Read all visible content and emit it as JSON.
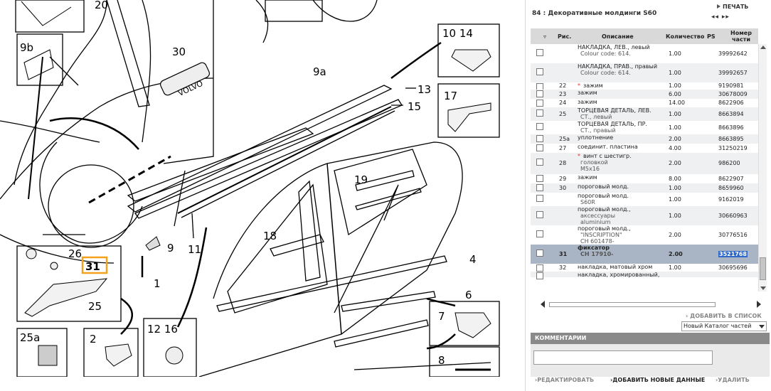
{
  "header": {
    "title": "84 : Декоративные молдинги S60",
    "print_label": "ПЕЧАТЬ",
    "nav_arrows": "◂◂  ▸▸"
  },
  "table": {
    "columns": [
      "",
      "Рис.",
      "Описание",
      "Количество",
      "PS",
      "Номер части"
    ],
    "rows": [
      {
        "num": "",
        "desc": "НАКЛАДКА, ЛЕВ., левый",
        "desc2": "Colour code: 614.",
        "qty": "1.00",
        "part": "39992642",
        "star": false
      },
      {
        "num": "",
        "desc": "НАКЛАДКА, ПРАВ., правый",
        "desc2": "Colour code: 614.",
        "qty": "1.00",
        "part": "39992657",
        "star": false
      },
      {
        "num": "22",
        "desc": "зажим",
        "desc2": "",
        "qty": "1.00",
        "part": "9190981",
        "star": true
      },
      {
        "num": "23",
        "desc": "зажим",
        "desc2": "",
        "qty": "6.00",
        "part": "30678009",
        "star": false
      },
      {
        "num": "24",
        "desc": "зажим",
        "desc2": "",
        "qty": "14.00",
        "part": "8622906",
        "star": false
      },
      {
        "num": "25",
        "desc": "ТОРЦЕВАЯ ДЕТАЛЬ, ЛЕВ.",
        "desc2": "СТ., левый",
        "qty": "1.00",
        "part": "8663894",
        "star": false
      },
      {
        "num": "",
        "desc": "ТОРЦЕВАЯ ДЕТАЛЬ, ПР.",
        "desc2": "СТ., правый",
        "qty": "1.00",
        "part": "8663896",
        "star": false
      },
      {
        "num": "25a",
        "desc": "уплотнение",
        "desc2": "",
        "qty": "2.00",
        "part": "8663895",
        "star": false
      },
      {
        "num": "27",
        "desc": "соединит. пластина",
        "desc2": "",
        "qty": "4.00",
        "part": "31250219",
        "star": false
      },
      {
        "num": "28",
        "desc": "винт с шестигр.",
        "desc2": "головкой",
        "desc3": "M5x16",
        "qty": "2.00",
        "part": "986200",
        "star": true
      },
      {
        "num": "29",
        "desc": "зажим",
        "desc2": "",
        "qty": "8.00",
        "part": "8622907",
        "star": false
      },
      {
        "num": "30",
        "desc": "пороговый молд.",
        "desc2": "",
        "qty": "1.00",
        "part": "8659960",
        "star": false
      },
      {
        "num": "",
        "desc": "пороговый молд.",
        "desc2": "S60R",
        "qty": "1.00",
        "part": "9162019",
        "star": false
      },
      {
        "num": "",
        "desc": "пороговый молд.,",
        "desc2": "аксессуары",
        "desc3": "aluminium",
        "qty": "1.00",
        "part": "30660963",
        "star": false
      },
      {
        "num": "",
        "desc": "пороговый молд.,",
        "desc2": "\"INSCRIPTION\"",
        "desc3": "CH 601478-",
        "qty": "2.00",
        "part": "30776516",
        "star": false
      },
      {
        "num": "31",
        "desc": "фиксатор",
        "desc2": "CH 17910-",
        "qty": "2.00",
        "part": "3521768",
        "star": false,
        "selected": true
      },
      {
        "num": "32",
        "desc": "накладка, матовый хром",
        "desc2": "",
        "qty": "1.00",
        "part": "30695696",
        "star": false
      },
      {
        "num": "",
        "desc": "накладка, хромированный,",
        "desc2": "",
        "qty": "",
        "part": "",
        "star": false
      }
    ]
  },
  "add_to_list_label": "ДОБАВИТЬ В СПИСОК",
  "catalog_select": {
    "value": "Новый Каталог частей"
  },
  "comments": {
    "header": "КОММЕНТАРИИ",
    "placeholder": ""
  },
  "actions": {
    "edit": "РЕДАКТИРОВАТЬ",
    "add_new": "ДОБАВИТЬ НОВЫЕ ДАННЫЕ",
    "delete": "УДАЛИТЬ"
  },
  "diagram": {
    "callouts": [
      "20",
      "9b",
      "30",
      "10 14",
      "9a",
      "13",
      "17",
      "15",
      "19",
      "18",
      "26",
      "31",
      "25",
      "1",
      "9",
      "11",
      "4",
      "6",
      "7",
      "8",
      "25a",
      "2",
      "12 16"
    ],
    "emblem_text": "VOLVO"
  }
}
